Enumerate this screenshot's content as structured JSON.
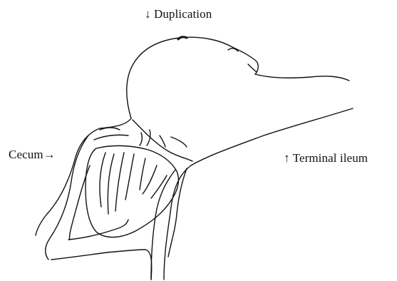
{
  "labels": {
    "duplication": "↓ Duplication",
    "cecum": "Cecum→",
    "terminal_ileum": "↑ Terminal ileum"
  },
  "colors": {
    "line": "#111111",
    "background": "#ffffff"
  }
}
